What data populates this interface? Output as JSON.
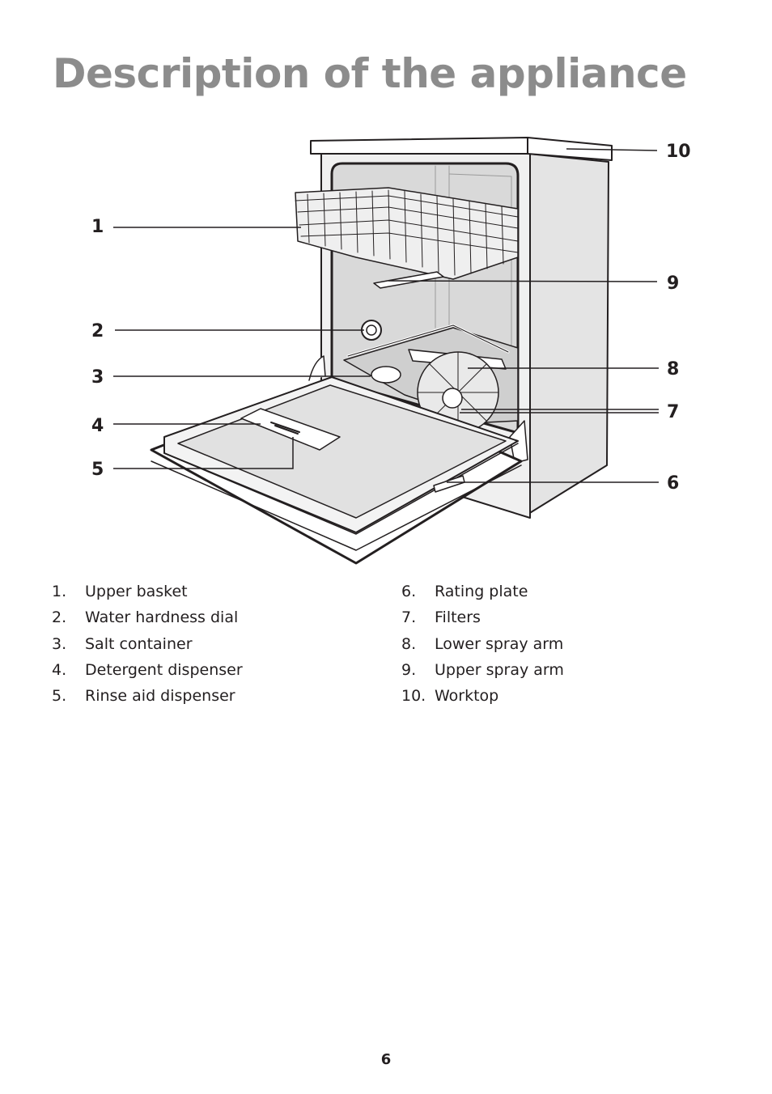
{
  "page": {
    "title": "Description of the appliance",
    "number": "6"
  },
  "diagram": {
    "callouts": [
      "1",
      "2",
      "3",
      "4",
      "5",
      "6",
      "7",
      "8",
      "9",
      "10"
    ]
  },
  "legend": {
    "left": [
      {
        "num": "1.",
        "label": "Upper basket"
      },
      {
        "num": "2.",
        "label": "Water hardness dial"
      },
      {
        "num": "3.",
        "label": "Salt container"
      },
      {
        "num": "4.",
        "label": "Detergent dispenser"
      },
      {
        "num": "5.",
        "label": "Rinse aid dispenser"
      }
    ],
    "right": [
      {
        "num": "6.",
        "label": "Rating plate"
      },
      {
        "num": "7.",
        "label": "Filters"
      },
      {
        "num": "8.",
        "label": "Lower spray arm"
      },
      {
        "num": "9.",
        "label": "Upper spray arm"
      },
      {
        "num": "10.",
        "label": "Worktop"
      }
    ]
  }
}
